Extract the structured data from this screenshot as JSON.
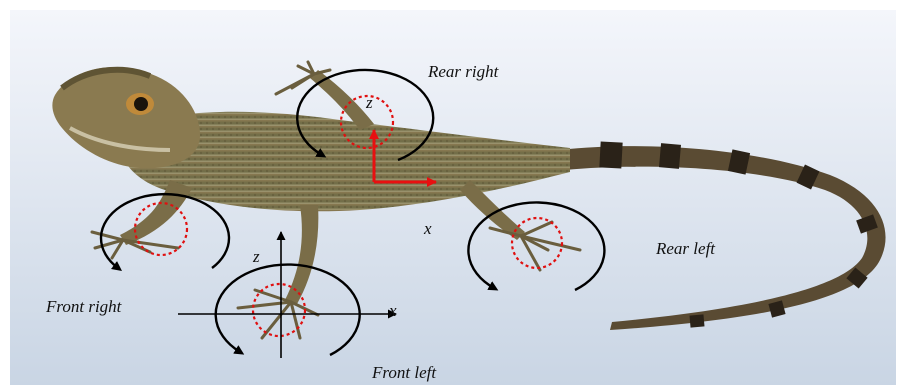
{
  "labels": {
    "rear_right": "Rear right",
    "rear_left": "Rear left",
    "front_right": "Front right",
    "front_left": "Front left"
  },
  "axes": {
    "body_frame": {
      "x": "x",
      "z": "z"
    },
    "front_left_frame": {
      "x": "x",
      "z": "z"
    }
  },
  "colors": {
    "background_top": "#f4f6fb",
    "background_bottom": "#c9d5e4",
    "orbit": "#000000",
    "foot_marker": "#e01010",
    "body_axis": "#e81010",
    "lizard_body": "#7a6a45"
  },
  "legs": [
    "Front right",
    "Front left",
    "Rear right",
    "Rear left"
  ]
}
